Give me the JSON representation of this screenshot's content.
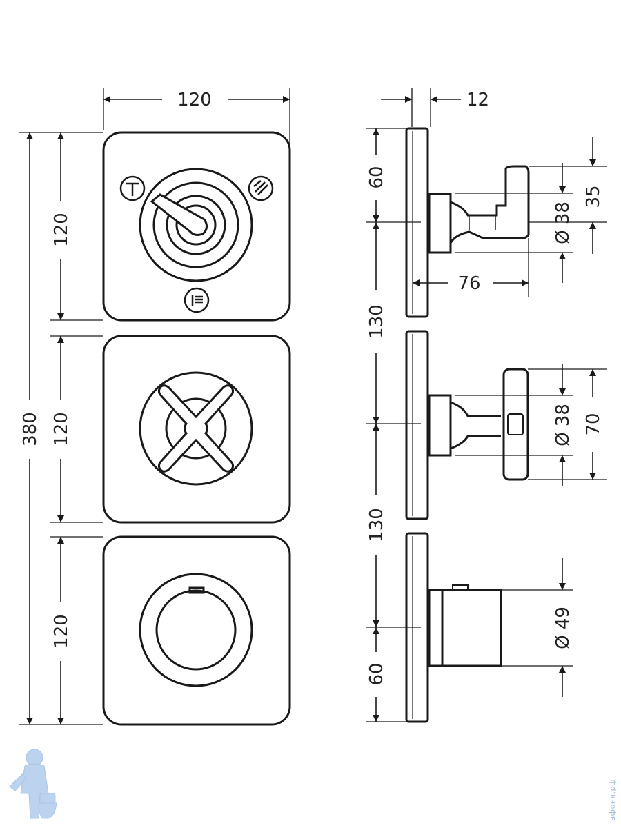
{
  "dimensions": {
    "front_width": "120",
    "total_height": "380",
    "panel_top": "120",
    "panel_middle": "120",
    "panel_bottom": "120",
    "side_depth": "12",
    "side_top_60": "60",
    "side_130_upper": "130",
    "side_130_lower": "130",
    "side_bottom_60": "60",
    "lever_reach": "76",
    "lever_height": "35",
    "diam_38_top": "Ø 38",
    "diam_38_middle": "Ø 38",
    "handle_height": "70",
    "diam_49": "Ø 49"
  },
  "watermark": "афоня.рф",
  "colors": {
    "line": "#1a1a1a",
    "logo": "#bcd3ef"
  },
  "icons": [
    "diverter-bath-icon",
    "diverter-shower-icon",
    "diverter-handshower-icon",
    "cross-handle-icon",
    "thermostat-knob-icon",
    "plumber-logo-icon"
  ]
}
